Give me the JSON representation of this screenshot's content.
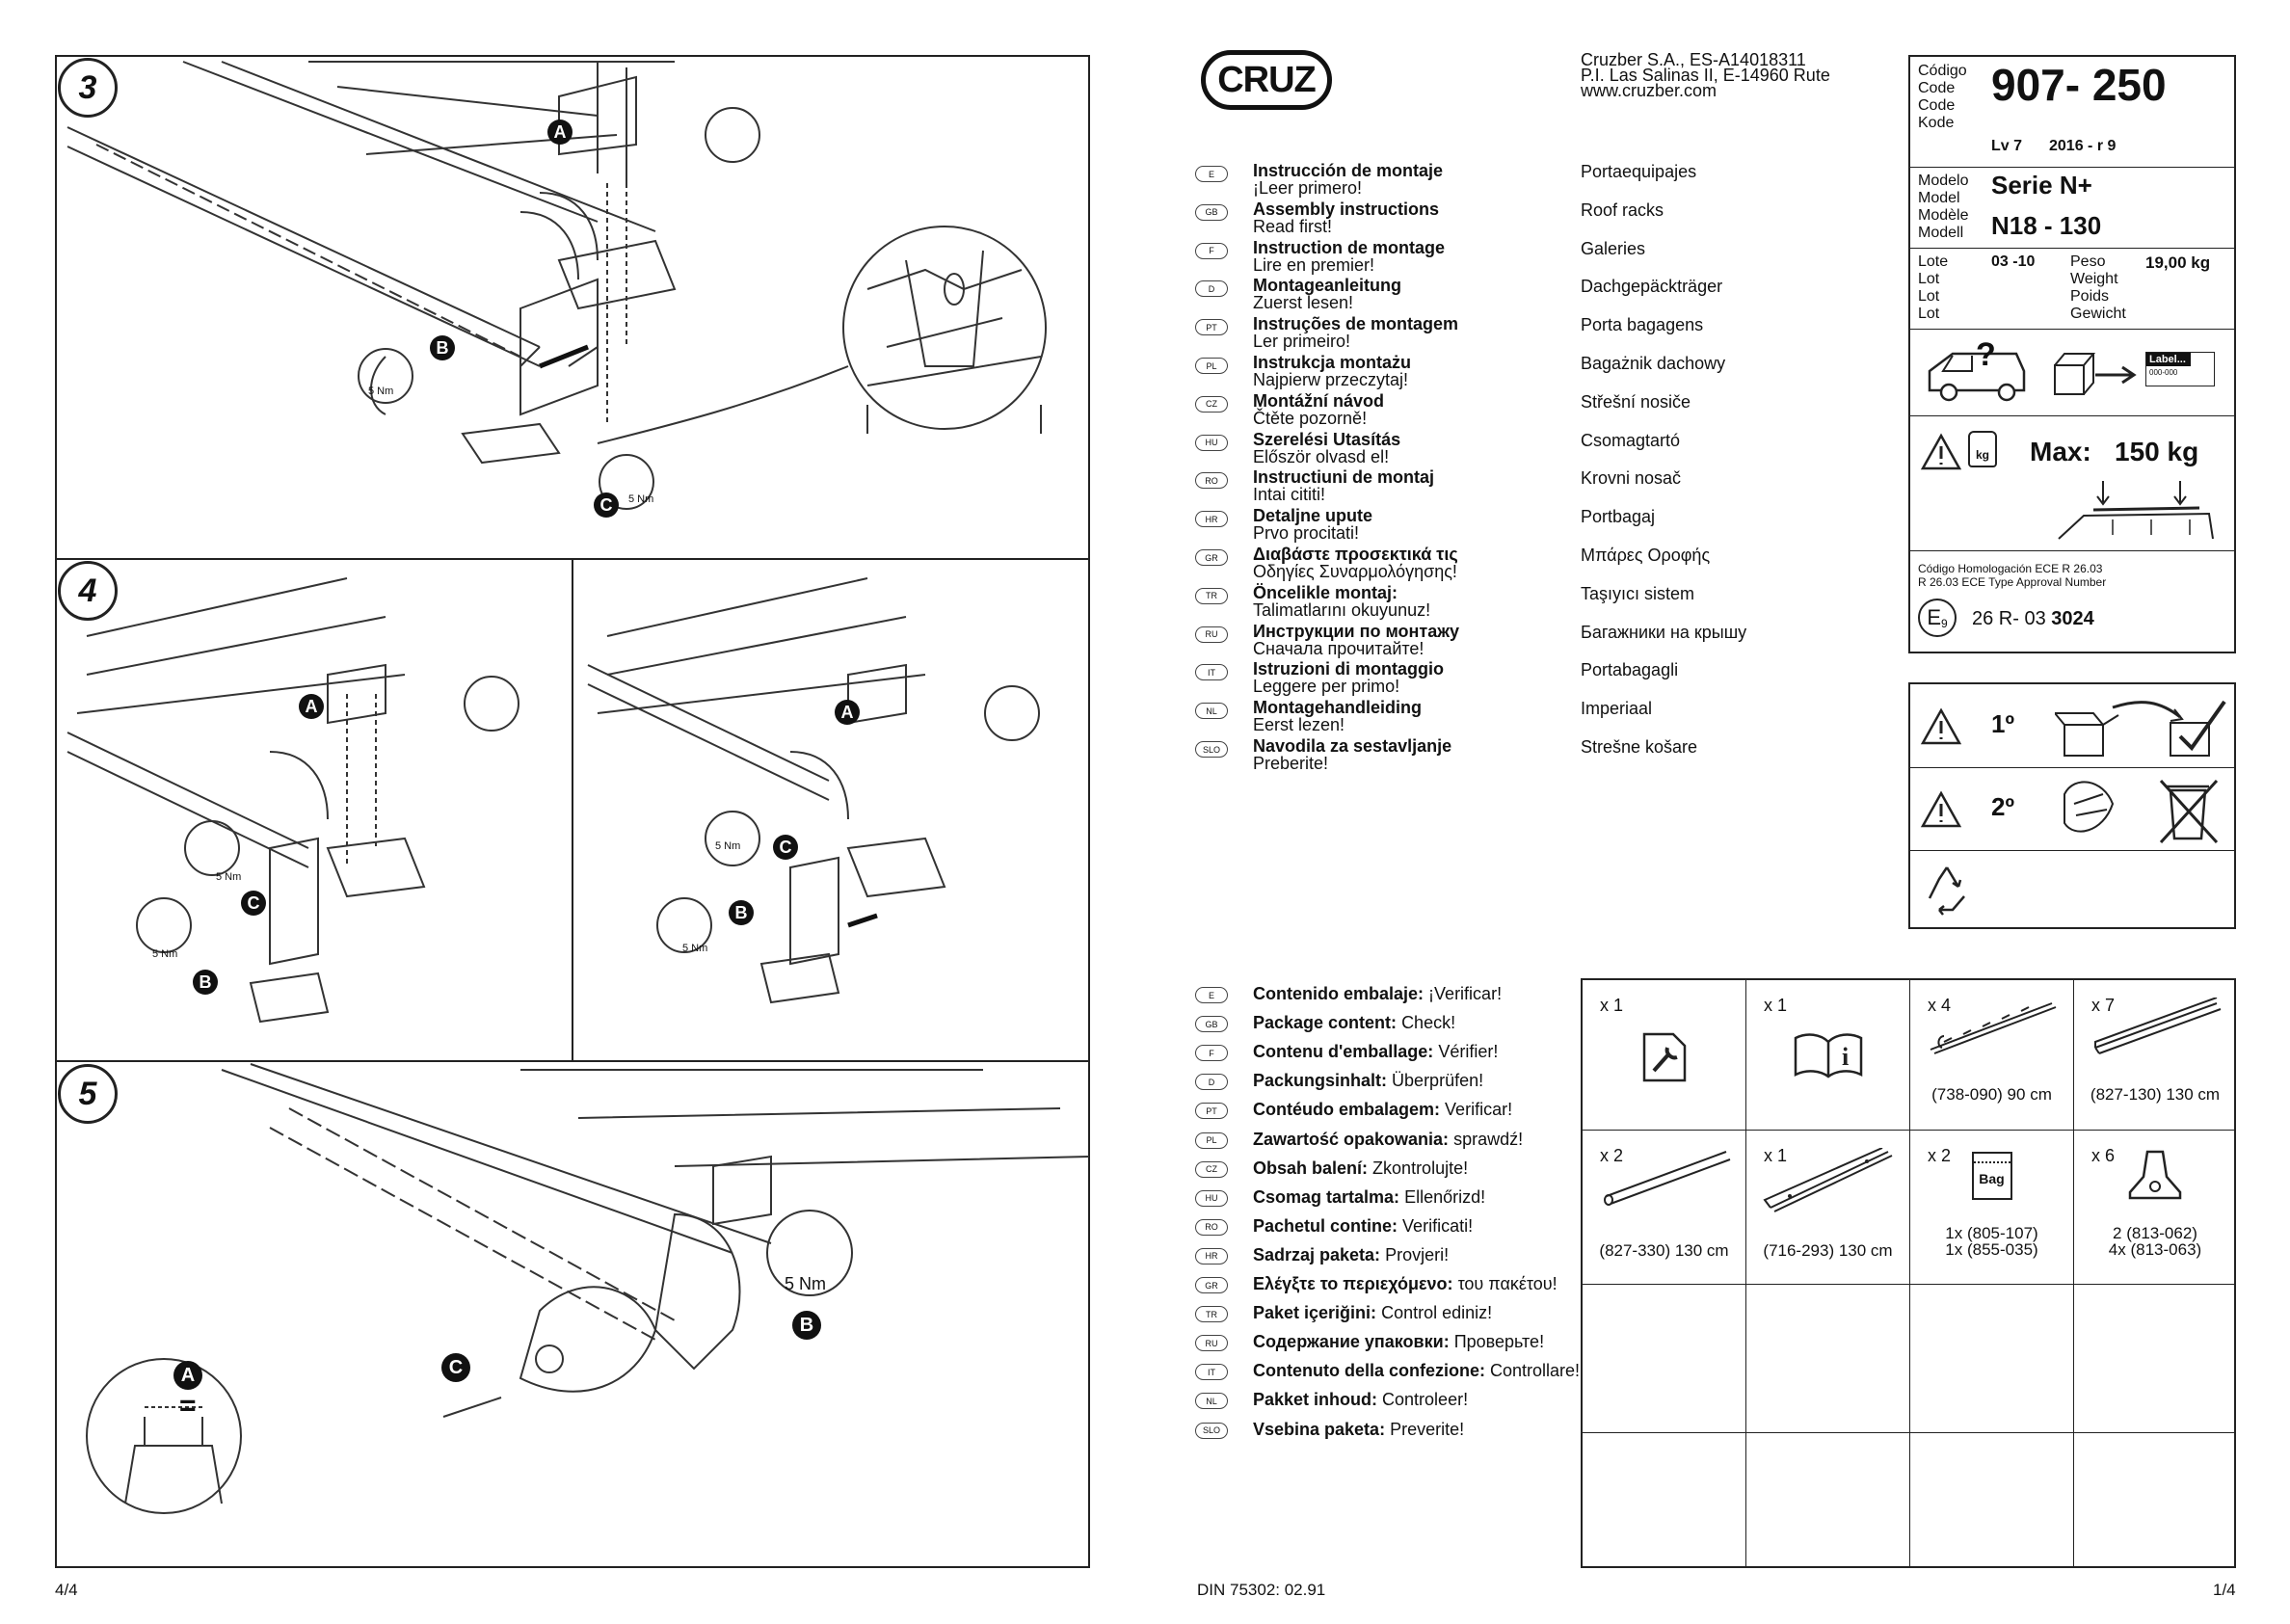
{
  "steps": {
    "step3": "3",
    "step4": "4",
    "step5": "5",
    "torque": "5 Nm",
    "letter_a": "A",
    "letter_b": "B",
    "letter_c": "C",
    "equals": "="
  },
  "header": {
    "logo": "CRUZ",
    "company_line1": "Cruzber S.A., ES-A14018311",
    "company_line2": "P.I. Las Salinas II, E-14960 Rute",
    "company_line3": "www.cruzber.com"
  },
  "languages": [
    {
      "code": "E",
      "title": "Instrucción de montaje",
      "sub": "¡Leer primero!",
      "product": "Portaequipajes"
    },
    {
      "code": "GB",
      "title": "Assembly instructions",
      "sub": "Read first!",
      "product": "Roof racks"
    },
    {
      "code": "F",
      "title": "Instruction de montage",
      "sub": "Lire en premier!",
      "product": "Galeries"
    },
    {
      "code": "D",
      "title": "Montageanleitung",
      "sub": "Zuerst lesen!",
      "product": "Dachgepäckträger"
    },
    {
      "code": "PT",
      "title": "Instruções de montagem",
      "sub": "Ler primeiro!",
      "product": "Porta bagagens"
    },
    {
      "code": "PL",
      "title": "Instrukcja montażu",
      "sub": "Najpierw przeczytaj!",
      "product": "Bagażnik dachowy"
    },
    {
      "code": "CZ",
      "title": "Montážní návod",
      "sub": "Čtěte pozorně!",
      "product": "Střešní nosiče"
    },
    {
      "code": "HU",
      "title": "Szerelési Utasítás",
      "sub": "Először olvasd el!",
      "product": "Csomagtartó"
    },
    {
      "code": "RO",
      "title": "Instructiuni de montaj",
      "sub": "Intai cititi!",
      "product": "Krovni nosač"
    },
    {
      "code": "HR",
      "title": "Detaljne upute",
      "sub": "Prvo procitati!",
      "product": "Portbagaj"
    },
    {
      "code": "GR",
      "title": "Διαβάστε προσεκτικά τις",
      "sub": "Οδηγίες Συναρμολόγησης!",
      "product": "Μπάρες Οροφής"
    },
    {
      "code": "TR",
      "title": "Öncelikle montaj:",
      "sub": "Talimatlarını okuyunuz!",
      "product": "Taşıyıcı sistem"
    },
    {
      "code": "RU",
      "title": "Инструкции по монтажу",
      "sub": "Сначала прочитайте!",
      "product": "Багажники на крышу"
    },
    {
      "code": "IT",
      "title": "Istruzioni di montaggio",
      "sub": "Leggere per primo!",
      "product": "Portabagagli"
    },
    {
      "code": "NL",
      "title": "Montagehandleiding",
      "sub": "Eerst lezen!",
      "product": "Imperiaal"
    },
    {
      "code": "SLO",
      "title": "Navodila za sestavljanje",
      "sub": "Preberite!",
      "product": "Strešne košare"
    }
  ],
  "package": [
    {
      "code": "E",
      "label": "Contenido embalaje:",
      "action": "¡Verificar!"
    },
    {
      "code": "GB",
      "label": "Package content:",
      "action": "Check!"
    },
    {
      "code": "F",
      "label": "Contenu d'emballage:",
      "action": "Vérifier!"
    },
    {
      "code": "D",
      "label": "Packungsinhalt:",
      "action": "Überprüfen!"
    },
    {
      "code": "PT",
      "label": "Contéudo embalagem:",
      "action": "Verificar!"
    },
    {
      "code": "PL",
      "label": "Zawartość opakowania:",
      "action": "sprawdź!"
    },
    {
      "code": "CZ",
      "label": "Obsah balení:",
      "action": "Zkontrolujte!"
    },
    {
      "code": "HU",
      "label": "Csomag tartalma:",
      "action": "Ellenőrizd!"
    },
    {
      "code": "RO",
      "label": "Pachetul contine:",
      "action": "Verificati!"
    },
    {
      "code": "HR",
      "label": "Sadrzaj paketa:",
      "action": "Provjeri!"
    },
    {
      "code": "GR",
      "label": "Ελέγξτε το περιεχόμενο:",
      "action": "του πακέτου!"
    },
    {
      "code": "TR",
      "label": "Paket içeriğini:",
      "action": "Control ediniz!"
    },
    {
      "code": "RU",
      "label": "Содержание упаковки:",
      "action": "Проверьте!"
    },
    {
      "code": "IT",
      "label": "Contenuto della confezione:",
      "action": "Controllare!"
    },
    {
      "code": "NL",
      "label": "Pakket inhoud:",
      "action": "Controleer!"
    },
    {
      "code": "SLO",
      "label": "Vsebina paketa:",
      "action": "Preverite!"
    }
  ],
  "info": {
    "code_labels": [
      "Código",
      "Code",
      "Code",
      "Kode"
    ],
    "code_value": "907- 250",
    "lv": "Lv 7",
    "rev": "2016 - r 9",
    "model_labels": [
      "Modelo",
      "Model",
      "Modèle",
      "Modell"
    ],
    "model_value1": "Serie N+",
    "model_value2": "N18 - 130",
    "lot_labels": [
      "Lote",
      "Lot",
      "Lot",
      "Lot"
    ],
    "lot_value": "03 -10",
    "weight_labels": [
      "Peso",
      "Weight",
      "Poids",
      "Gewicht"
    ],
    "weight_value": "19,00  kg",
    "label_tag": "Label...",
    "label_code": "000-000",
    "question": "?",
    "max_text": "Max:",
    "max_value": "150  kg",
    "kg_small": "kg",
    "homolog1": "Código Homologación ECE R 26.03",
    "homolog2": "R 26.03 ECE Type Approval Number",
    "e_mark": "E",
    "e_sub": "9",
    "homolog_number": "26 R- 03",
    "homolog_bold": "3024",
    "first": "1º",
    "second": "2º"
  },
  "contents": [
    {
      "qty": "x 1",
      "icon": "wrench-doc-icon",
      "line1": "",
      "line2": ""
    },
    {
      "qty": "x 1",
      "icon": "info-book-icon",
      "line1": "",
      "line2": ""
    },
    {
      "qty": "x 4",
      "icon": "gutter-rail-icon",
      "line1": "(738-090) 90 cm",
      "line2": ""
    },
    {
      "qty": "x 7",
      "icon": "square-bar-icon",
      "line1": "(827-130) 130 cm",
      "line2": ""
    },
    {
      "qty": "x 2",
      "icon": "round-tube-icon",
      "line1": "(827-330) 130 cm",
      "line2": ""
    },
    {
      "qty": "x 1",
      "icon": "angle-profile-icon",
      "line1": "(716-293) 130 cm",
      "line2": ""
    },
    {
      "qty": "x 2",
      "icon": "bag-icon",
      "line1": "1x (805-107)",
      "line2": "1x (855-035)",
      "bag": "Bag"
    },
    {
      "qty": "x 6",
      "icon": "bracket-plate-icon",
      "line1": "2 (813-062)",
      "line2": "4x (813-063)"
    }
  ],
  "footer": {
    "left": "4/4",
    "center": "DIN 75302: 02.91",
    "right": "1/4"
  }
}
